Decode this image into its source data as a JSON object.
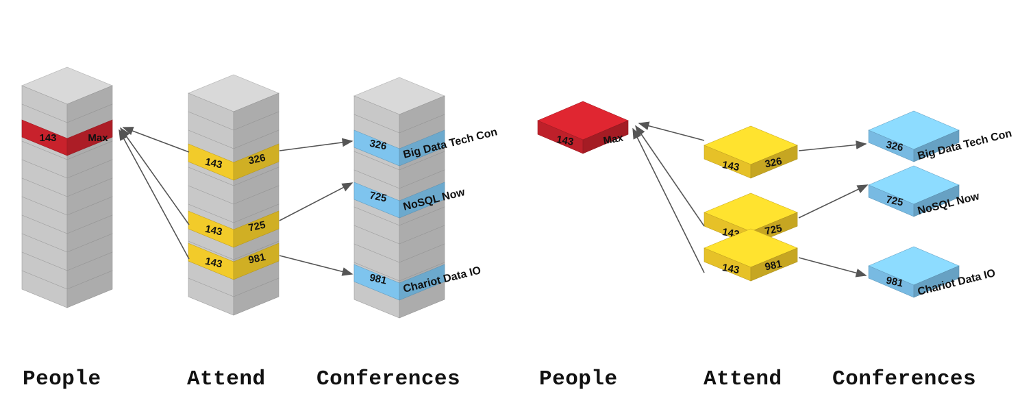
{
  "left_view": {
    "captions": [
      "People",
      "Attend",
      "Conferences"
    ],
    "people_row": {
      "id": "143",
      "name": "Max"
    },
    "attend_rows": [
      {
        "person_id": "143",
        "conf_id": "326"
      },
      {
        "person_id": "143",
        "conf_id": "725"
      },
      {
        "person_id": "143",
        "conf_id": "981"
      }
    ],
    "conference_rows": [
      {
        "id": "326",
        "name": "Big Data Tech Con"
      },
      {
        "id": "725",
        "name": "NoSQL Now"
      },
      {
        "id": "981",
        "name": "Chariot Data IO"
      }
    ]
  },
  "right_view": {
    "captions": [
      "People",
      "Attend",
      "Conferences"
    ],
    "people_node": {
      "id": "143",
      "name": "Max"
    },
    "attend_nodes": [
      {
        "person_id": "143",
        "conf_id": "326"
      },
      {
        "person_id": "143",
        "conf_id": "725"
      },
      {
        "person_id": "143",
        "conf_id": "981"
      }
    ],
    "conference_nodes": [
      {
        "id": "326",
        "name": "Big Data Tech Con"
      },
      {
        "id": "725",
        "name": "NoSQL Now"
      },
      {
        "id": "981",
        "name": "Chariot Data IO"
      }
    ]
  },
  "colors": {
    "people": "#c8222c",
    "attend": "#f2cb2a",
    "conference": "#7ec4ee",
    "table_gray": "#c8c8c8",
    "arrow": "#555555"
  }
}
